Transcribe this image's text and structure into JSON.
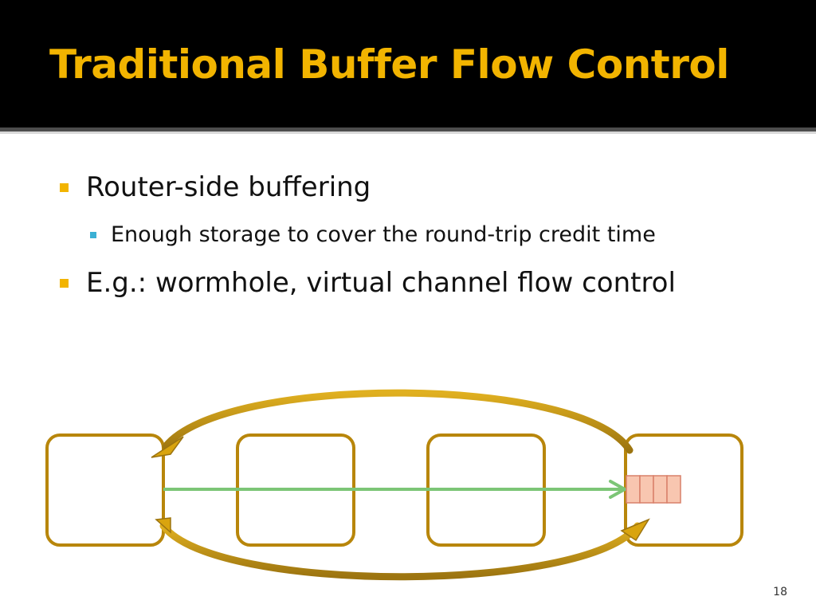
{
  "slide": {
    "title": "Traditional Buffer Flow Control",
    "bullets": [
      {
        "text": "Router-side buffering",
        "sub": [
          "Enough storage to cover the round-trip credit time"
        ]
      },
      {
        "text": "E.g.: wormhole, virtual channel flow control",
        "sub": []
      }
    ],
    "page_number": "18"
  },
  "colors": {
    "title": "#f2b400",
    "title_bar": "#000000",
    "bullet_l1": "#f2b400",
    "bullet_l2": "#3bb0d4",
    "router_border": "#b8860b",
    "arc": "#c9960c",
    "flow_arrow": "#7cc576",
    "buffer_fill": "#f8c6b0",
    "buffer_border": "#d9806a"
  },
  "diagram": {
    "routers": 4,
    "buffer_slots": 4
  }
}
